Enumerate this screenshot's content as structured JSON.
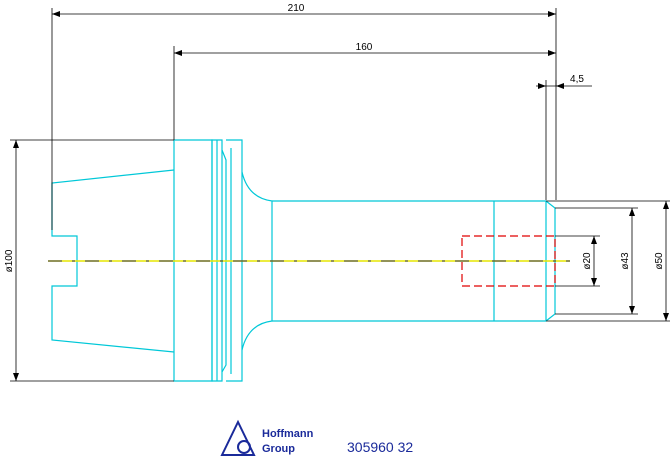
{
  "dimensions": {
    "overall_length": "210",
    "shank_length": "160",
    "tip_offset": "4,5",
    "dia_flange": "ø100",
    "dia_bore": "ø20",
    "dia_tip": "ø43",
    "dia_body": "ø50"
  },
  "logo": {
    "line1": "Hoffmann",
    "line2": "Group"
  },
  "part_number": "305960 32",
  "colors": {
    "part_outline": "#00c8d8",
    "centerline": "#e6e600",
    "hidden_bore": "#e00000",
    "dimension": "#000000",
    "brand": "#1a2a9a"
  }
}
